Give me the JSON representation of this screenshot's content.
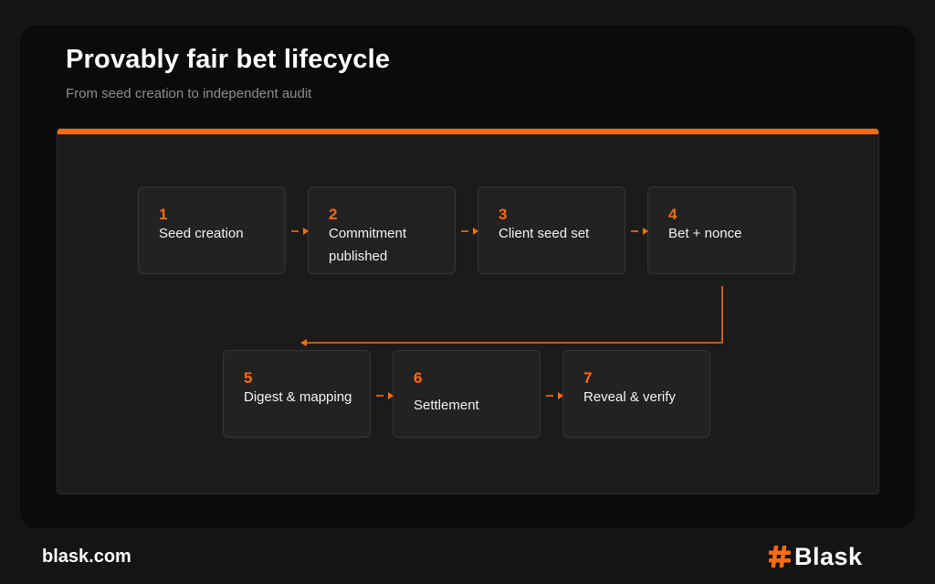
{
  "header": {
    "title": "Provably fair bet lifecycle",
    "subtitle": "From seed creation to independent audit"
  },
  "steps": [
    {
      "number": "1",
      "label": "Seed creation"
    },
    {
      "number": "2",
      "label": "Commitment published"
    },
    {
      "number": "3",
      "label": "Client seed set"
    },
    {
      "number": "4",
      "label": "Bet + nonce"
    },
    {
      "number": "5",
      "label": "Digest & mapping"
    },
    {
      "number": "6",
      "label": "Settlement"
    },
    {
      "number": "7",
      "label": "Reveal & verify"
    }
  ],
  "footer": {
    "site": "blask.com",
    "brand": "Blask",
    "brand_mark_icon": "hash-icon"
  },
  "colors": {
    "accent": "#ff6a13",
    "background": "#141414",
    "card": "#0b0b0b",
    "panel": "#1b1b1b",
    "step": "#222222",
    "subtitle": "#8e8e8e"
  }
}
